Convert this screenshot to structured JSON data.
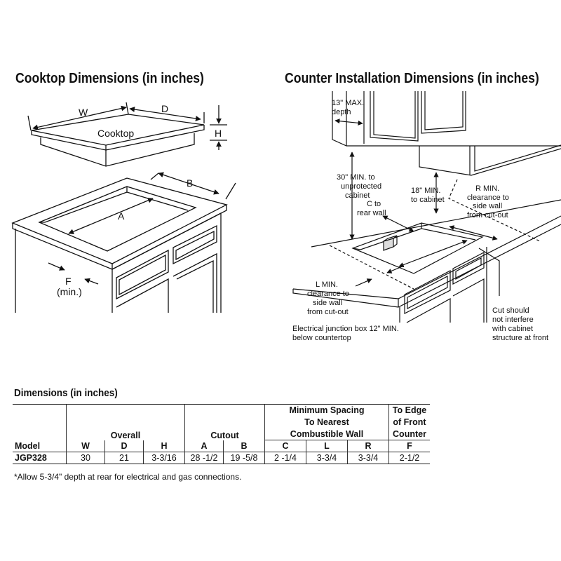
{
  "headings": {
    "left": "Cooktop Dimensions (in inches)",
    "right": "Counter Installation Dimensions (in inches)"
  },
  "left_diagram": {
    "labels": {
      "w": "W",
      "d": "D",
      "h": "H",
      "cooktop": "Cooktop",
      "a": "A",
      "b": "B",
      "f": "F",
      "f_min": "(min.)"
    }
  },
  "right_diagram": {
    "labels": {
      "max_depth_1": "13\" MAX.",
      "max_depth_2": "depth",
      "unprotected_1": "30\" MIN. to",
      "unprotected_2": "unprotected",
      "unprotected_3": "cabinet",
      "c_rear_1": "C to",
      "c_rear_2": "rear wall",
      "cabinet18_1": "18\" MIN.",
      "cabinet18_2": "to cabinet",
      "r_min_1": "R MIN.",
      "r_min_2": "clearance to",
      "r_min_3": "side wall",
      "r_min_4": "from cut-out",
      "l_min_1": "L MIN.",
      "l_min_2": "clearance to",
      "l_min_3": "side wall",
      "l_min_4": "from cut-out",
      "junction_1": "Electrical junction box 12\" MIN.",
      "junction_2": "below countertop",
      "cut_1": "Cut should",
      "cut_2": "not interfere",
      "cut_3": "with cabinet",
      "cut_4": "structure at front"
    }
  },
  "table": {
    "title": "Dimensions (in inches)",
    "groups": {
      "overall": "Overall",
      "cutout": "Cutout",
      "spacing_1": "Minimum Spacing",
      "spacing_2": "To Nearest",
      "spacing_3": "Combustible Wall",
      "edge_1": "To Edge",
      "edge_2": "of Front",
      "edge_3": "Counter"
    },
    "columns": [
      "Model",
      "W",
      "D",
      "H",
      "A",
      "B",
      "C",
      "L",
      "R",
      "F"
    ],
    "rows": [
      [
        "JGP328",
        "30",
        "21",
        "3-3/16",
        "28 -1/2",
        "19 -5/8",
        "2 -1/4",
        "3-3/4",
        "3-3/4",
        "2-1/2"
      ]
    ],
    "footnote": "*Allow 5-3/4\" depth at rear for electrical and gas connections."
  }
}
